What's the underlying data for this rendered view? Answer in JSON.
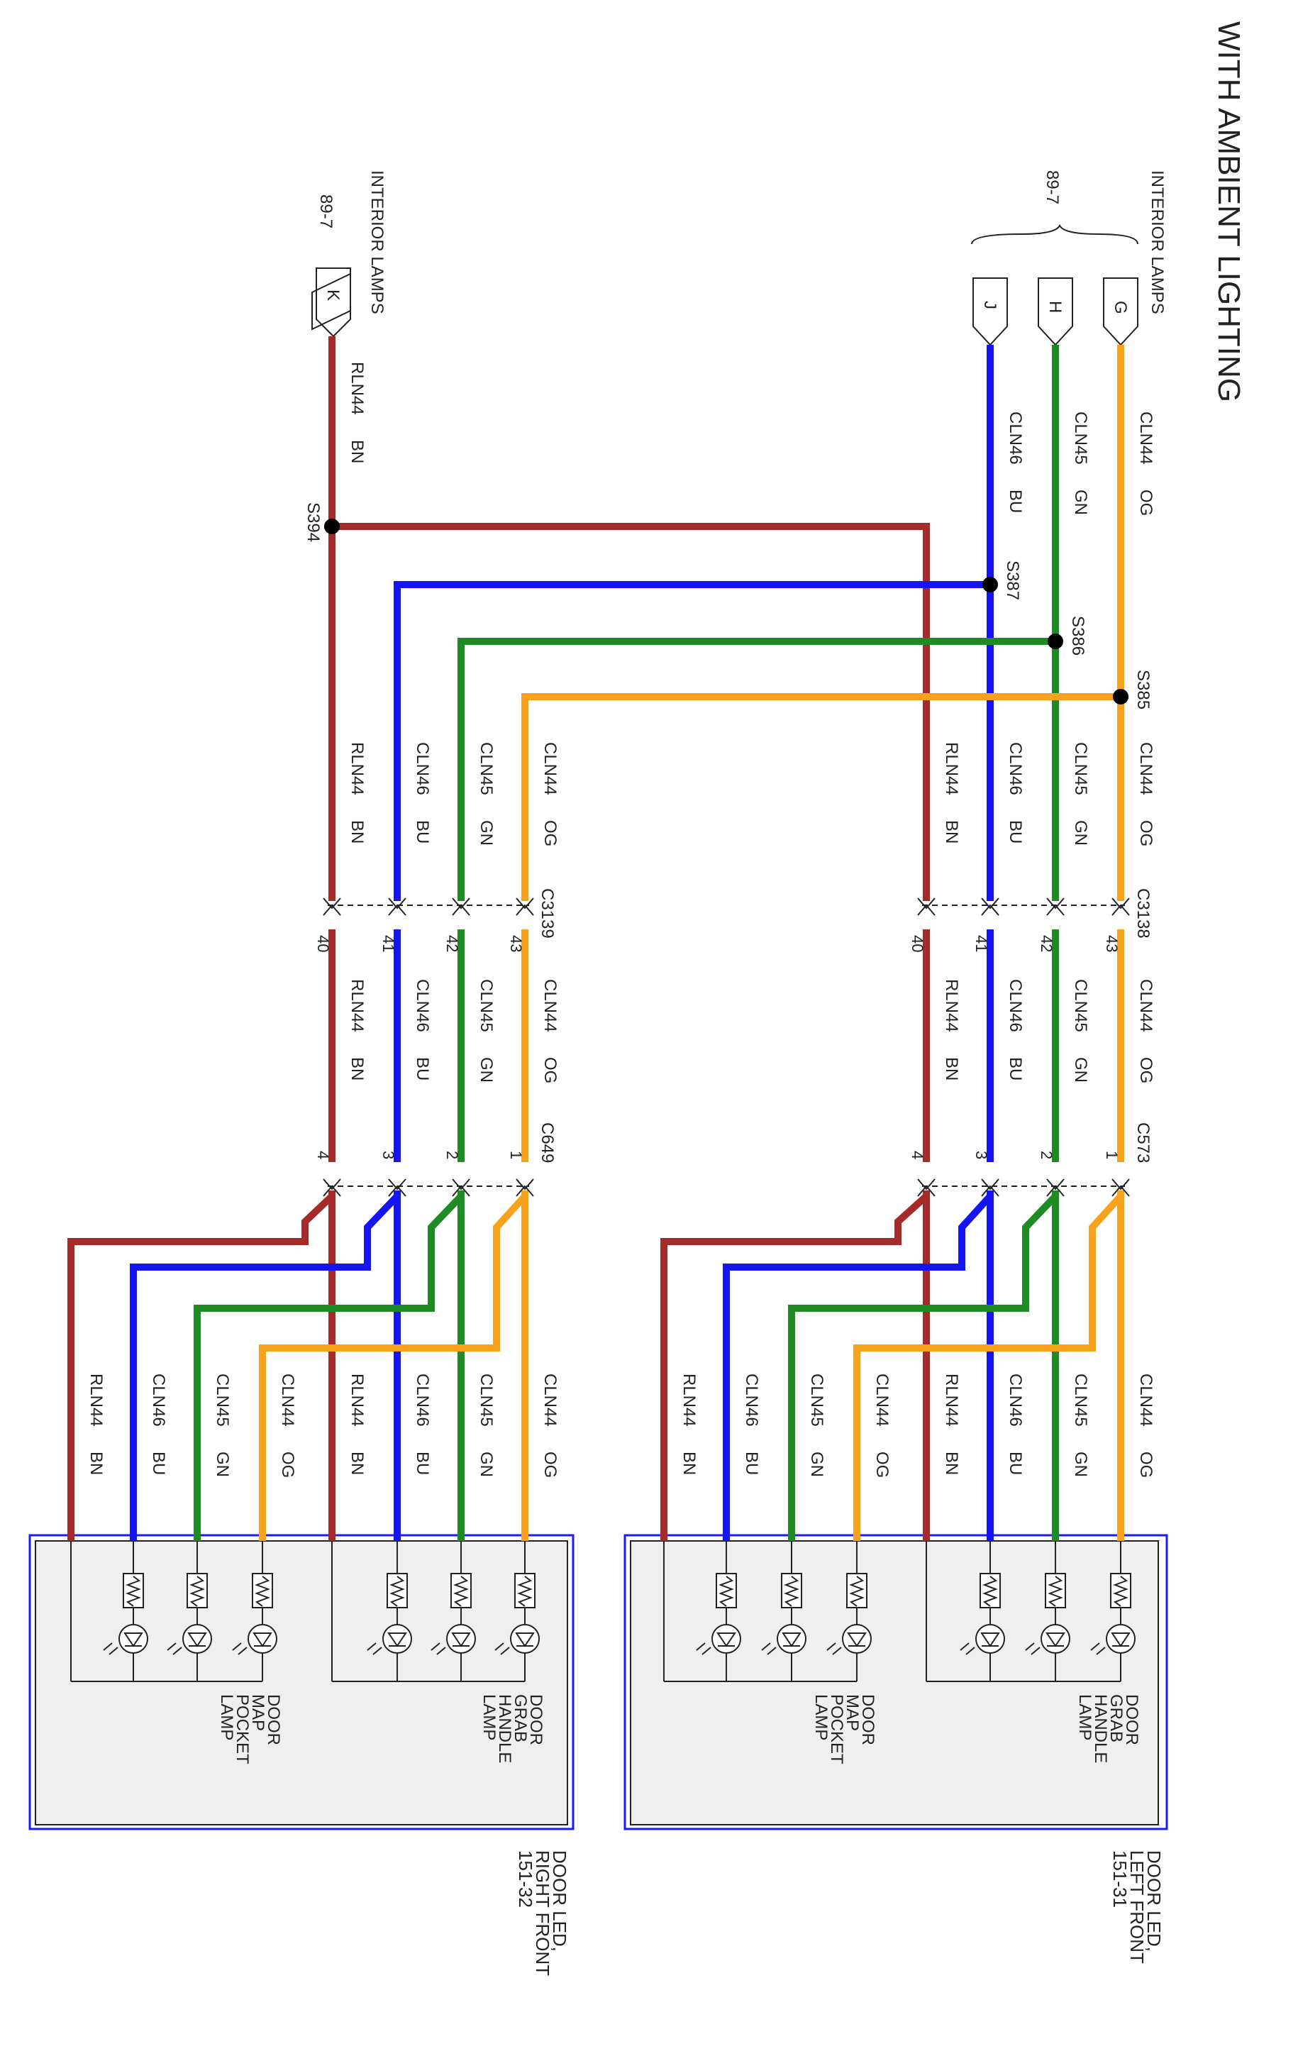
{
  "title": "WITH AMBIENT LIGHTING",
  "colors": {
    "OG": "#f7a21a",
    "GN": "#1e8b24",
    "BU": "#1414f5",
    "BN": "#a52a2a",
    "module_fill": "#efefef",
    "module_border": "#1a1aff"
  },
  "sources": {
    "upper": {
      "label": "INTERIOR LAMPS",
      "ref": "89-7",
      "pins": [
        "G",
        "H",
        "J"
      ]
    },
    "lower": {
      "label": "INTERIOR LAMPS",
      "ref": "89-7",
      "pins": [
        "K"
      ]
    }
  },
  "splices": [
    "S385",
    "S386",
    "S387",
    "S394"
  ],
  "harnesses": [
    {
      "connector_a": "C3138",
      "connector_b": "C573",
      "wires": [
        {
          "circuit": "CLN44",
          "color": "OG",
          "pin_a": "43",
          "pin_b": "1"
        },
        {
          "circuit": "CLN45",
          "color": "GN",
          "pin_a": "42",
          "pin_b": "2"
        },
        {
          "circuit": "CLN46",
          "color": "BU",
          "pin_a": "41",
          "pin_b": "3"
        },
        {
          "circuit": "RLN44",
          "color": "BN",
          "pin_a": "40",
          "pin_b": "4"
        }
      ],
      "module": {
        "line1": "DOOR LED,",
        "line2": "LEFT FRONT",
        "ref": "151-31"
      }
    },
    {
      "connector_a": "C3139",
      "connector_b": "C649",
      "wires": [
        {
          "circuit": "CLN44",
          "color": "OG",
          "pin_a": "43",
          "pin_b": "1"
        },
        {
          "circuit": "CLN45",
          "color": "GN",
          "pin_a": "42",
          "pin_b": "2"
        },
        {
          "circuit": "CLN46",
          "color": "BU",
          "pin_a": "41",
          "pin_b": "3"
        },
        {
          "circuit": "RLN44",
          "color": "BN",
          "pin_a": "40",
          "pin_b": "4"
        }
      ],
      "module": {
        "line1": "DOOR LED,",
        "line2": "RIGHT FRONT",
        "ref": "151-32"
      }
    }
  ],
  "lamps": {
    "grab": [
      "DOOR",
      "GRAB",
      "HANDLE",
      "LAMP"
    ],
    "map": [
      "DOOR",
      "MAP",
      "POCKET",
      "LAMP"
    ]
  }
}
